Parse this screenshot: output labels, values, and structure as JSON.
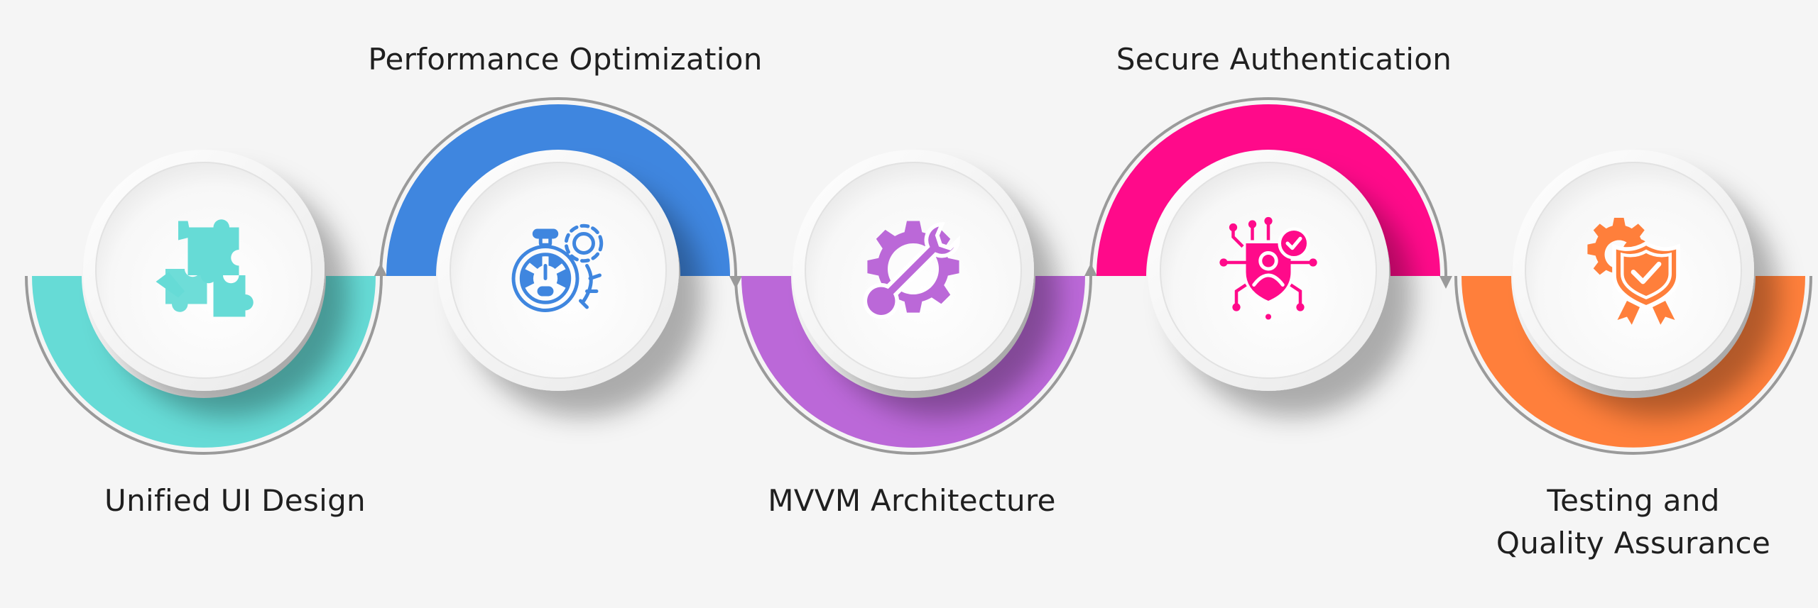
{
  "steps": [
    {
      "label": "Unified UI Design",
      "label_position": "bottom",
      "icon": "puzzle-hands-icon",
      "color": "#66dbd6"
    },
    {
      "label": "Performance Optimization",
      "label_position": "top",
      "icon": "speed-stopwatch-gear-icon",
      "color": "#3f86df"
    },
    {
      "label": "MVVM Architecture",
      "label_position": "bottom",
      "icon": "gear-wrench-icon",
      "color": "#bb68d8"
    },
    {
      "label": "Secure Authentication",
      "label_position": "top",
      "icon": "user-shield-network-icon",
      "color": "#ff0a8a"
    },
    {
      "label_lines": [
        "Testing and",
        "Quality Assurance"
      ],
      "label_position": "bottom",
      "icon": "gear-shield-badge-icon",
      "color": "#ff7f3b"
    }
  ],
  "connector_color": "#9a9a9a"
}
